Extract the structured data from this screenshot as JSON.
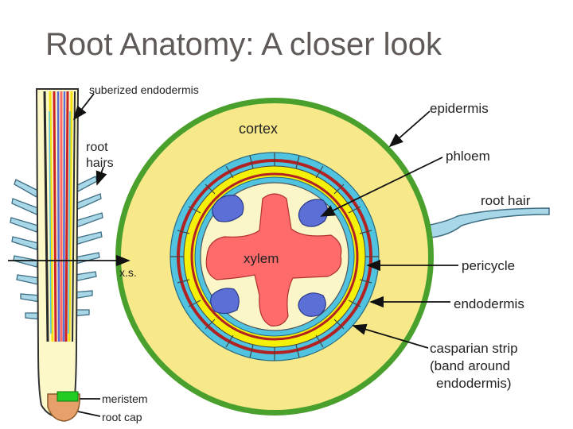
{
  "title": "Root Anatomy: A closer look",
  "labels": {
    "suberized_endodermis": "suberized endodermis",
    "root_hairs_line1": "root",
    "root_hairs_line2": "hairs",
    "xs": "x.s.",
    "meristem": "meristem",
    "root_cap": "root cap",
    "cortex": "cortex",
    "xylem": "xylem",
    "epidermis": "epidermis",
    "phloem": "phloem",
    "root_hair": "root hair",
    "pericycle": "pericycle",
    "endodermis": "endodermis",
    "casparian_line1": "casparian strip",
    "casparian_line2": "(band around",
    "casparian_line3": "endodermis)"
  },
  "colors": {
    "title": "#5f5a58",
    "epidermis": "#4aa02c",
    "cortex": "#f7e98a",
    "endodermis": "#f5f00a",
    "pericycle_band": "#4fc3e0",
    "casparian": "#b22222",
    "stele": "#fbf6c8",
    "xylem": "#ff6b6b",
    "phloem": "#5b6fd6",
    "meristem": "#22cc22",
    "root_cap": "#e8a06a"
  }
}
